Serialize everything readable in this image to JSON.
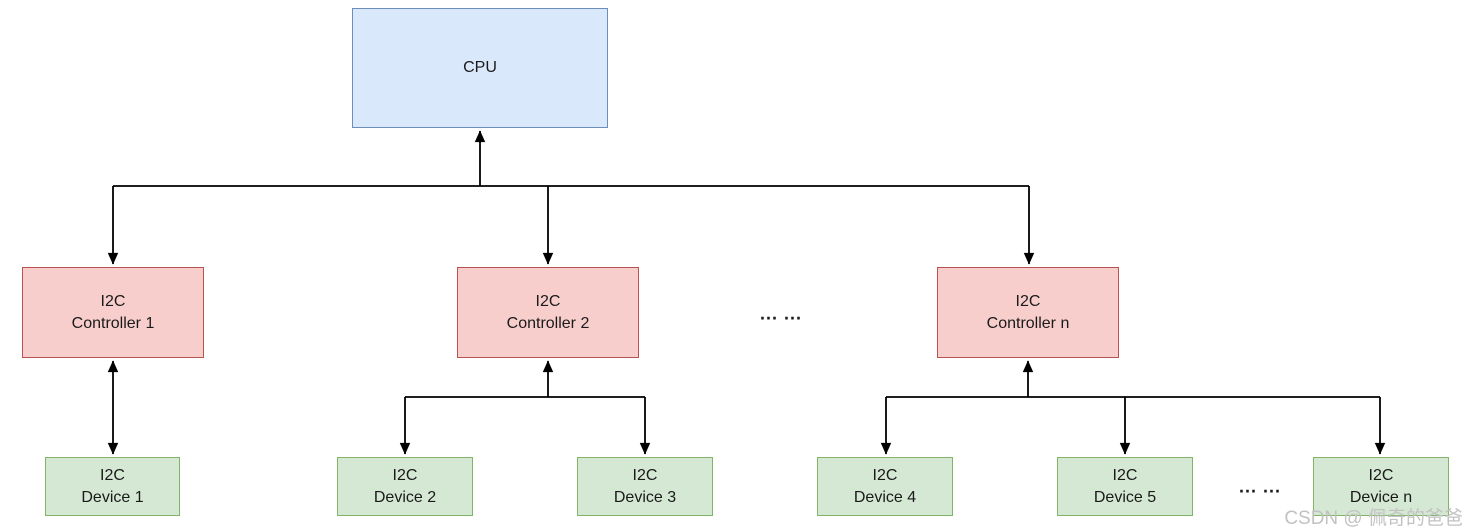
{
  "nodes": {
    "cpu": {
      "label": "CPU"
    },
    "controllers": [
      {
        "label": "I2C\nController 1"
      },
      {
        "label": "I2C\nController 2"
      },
      {
        "label": "I2C\nController n"
      }
    ],
    "devices": [
      {
        "label": "I2C\nDevice 1"
      },
      {
        "label": "I2C\nDevice 2"
      },
      {
        "label": "I2C\nDevice 3"
      },
      {
        "label": "I2C\nDevice 4"
      },
      {
        "label": "I2C\nDevice 5"
      },
      {
        "label": "I2C\nDevice n"
      }
    ]
  },
  "ellipsis": {
    "between_controllers": "... ...",
    "between_devices": "... ..."
  },
  "watermark": {
    "text": "CSDN @ 佩奇的爸爸"
  },
  "colors": {
    "cpu_fill": "#dae8fc",
    "cpu_border": "#6c8ebf",
    "controller_fill": "#f8cecc",
    "controller_border": "#b85450",
    "device_fill": "#d5e8d4",
    "device_border": "#82b366",
    "line": "#000000",
    "watermark": "#c2c2c2"
  }
}
